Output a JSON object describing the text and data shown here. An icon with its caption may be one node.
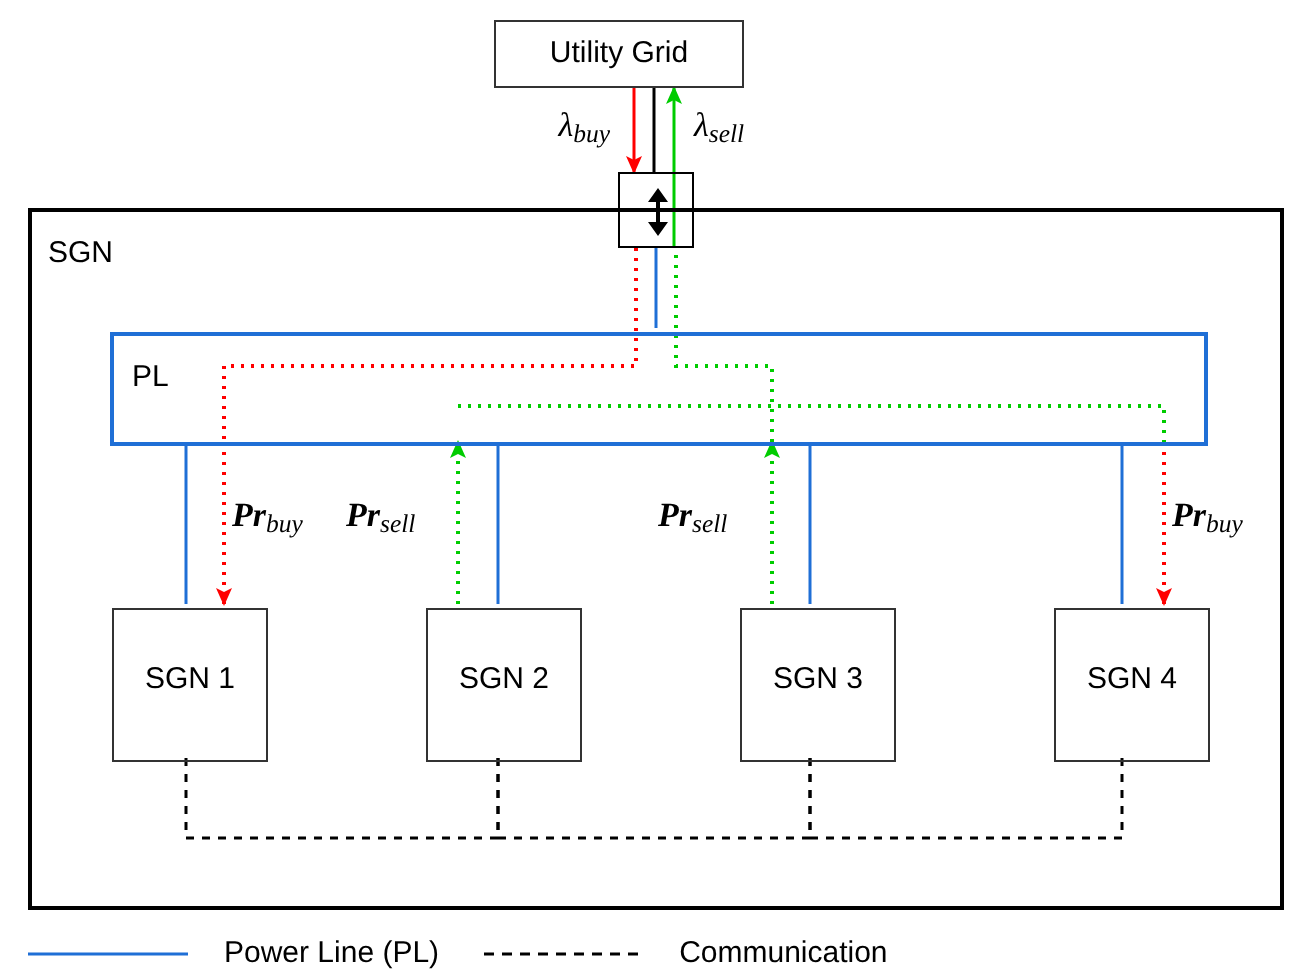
{
  "diagram": {
    "nodes": [
      {
        "text": [
          "Utility Grid"
        ]
      },
      {
        "text": [
          "SGN"
        ]
      },
      {
        "text": [],
        "shape": "box"
      },
      {
        "text": [
          "PL"
        ],
        "in": 1
      },
      {
        "text": [
          "SGN 1"
        ],
        "in": 1
      },
      {
        "text": [
          "SGN 2"
        ],
        "in": 1
      },
      {
        "text": [
          "SGN 3"
        ],
        "in": 1
      },
      {
        "text": [
          "SGN 4"
        ],
        "in": 1
      }
    ],
    "edges": [
      {
        "from": 0,
        "to": 2,
        "arrow": "none",
        "color": "#000000"
      },
      {
        "from": 0,
        "to": 2,
        "arrow": "to",
        "color": "#ff0000",
        "label": "λ$_{buy}$"
      },
      {
        "from": 2,
        "to": 0,
        "arrow": "to",
        "color": "#00cc00",
        "label": "λ$_{sell}$"
      },
      {
        "from": 2,
        "to": 3,
        "arrow": "none",
        "color": "#1f6fd6"
      },
      {
        "from": 2,
        "to": 3,
        "arrow": "none",
        "color": "#ff0000",
        "style": "dashed"
      },
      {
        "from": 3,
        "to": 4,
        "arrow": "to",
        "color": "#ff0000",
        "style": "dashed",
        "label": "**Pr**$_{buy}$"
      },
      {
        "from": 5,
        "to": 3,
        "arrow": "to",
        "color": "#00cc00",
        "style": "dashed",
        "label": "**Pr**$_{sell}$"
      },
      {
        "from": 3,
        "to": 7,
        "arrow": "to",
        "color": "#ff0000",
        "style": "dashed",
        "label": "**Pr**$_{buy}$"
      },
      {
        "from": 6,
        "to": 3,
        "arrow": "to",
        "color": "#00cc00",
        "style": "dashed",
        "label": "**Pr**$_{sell}$"
      },
      {
        "from": 3,
        "to": 2,
        "arrow": "none",
        "color": "#00cc00",
        "style": "dashed"
      },
      {
        "from": 3,
        "to": 4,
        "arrow": "none",
        "color": "#1f6fd6"
      },
      {
        "from": 3,
        "to": 5,
        "arrow": "none",
        "color": "#1f6fd6"
      },
      {
        "from": 3,
        "to": 6,
        "arrow": "none",
        "color": "#1f6fd6"
      },
      {
        "from": 3,
        "to": 7,
        "arrow": "none",
        "color": "#1f6fd6"
      },
      {
        "from": 4,
        "to": 5,
        "arrow": "none",
        "style": "dashed",
        "color": "#000000"
      },
      {
        "from": 5,
        "to": 6,
        "arrow": "none",
        "style": "dashed",
        "color": "#000000"
      },
      {
        "from": 6,
        "to": 7,
        "arrow": "none",
        "style": "dashed",
        "color": "#000000"
      }
    ],
    "legend": [
      {
        "text": "Power Line (PL)"
      },
      {
        "text": "Communication"
      }
    ]
  }
}
